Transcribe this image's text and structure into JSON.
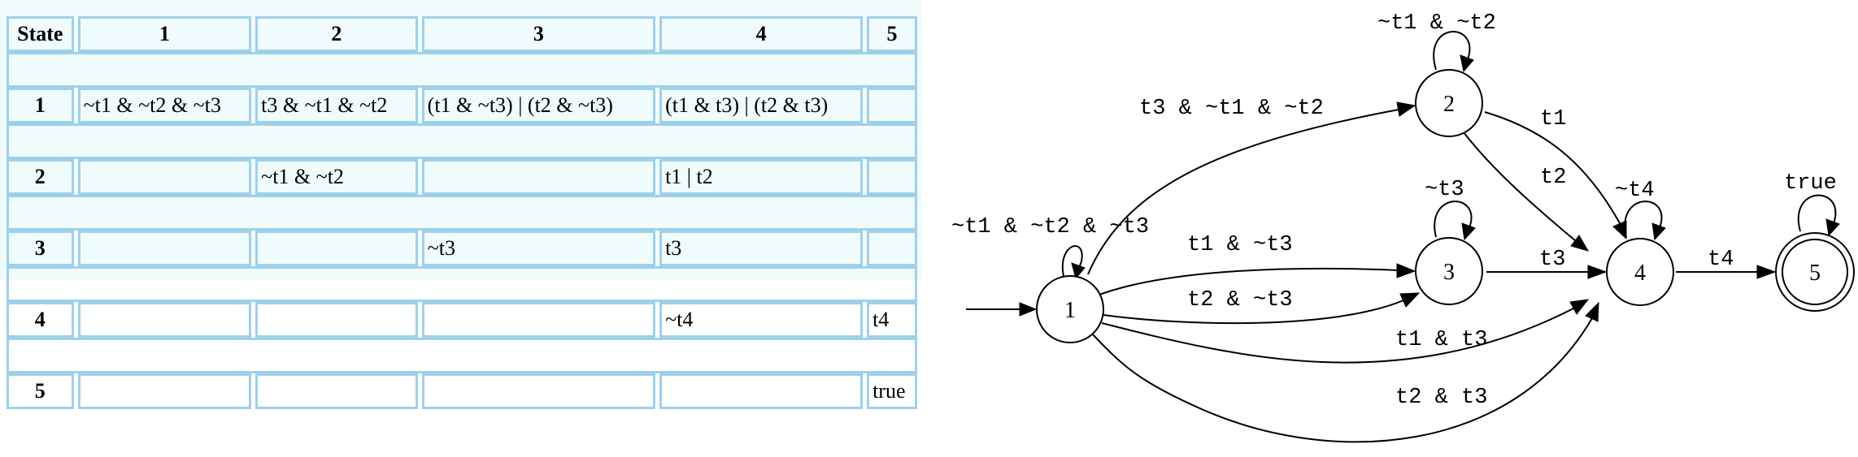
{
  "table": {
    "header": [
      "State",
      "1",
      "2",
      "3",
      "4",
      "5"
    ],
    "rows": [
      {
        "state": "1",
        "cells": [
          "~t1 & ~t2 & ~t3",
          "t3 & ~t1 & ~t2",
          "(t1 & ~t3) | (t2 & ~t3)",
          "(t1 & t3) | (t2 & t3)",
          ""
        ]
      },
      {
        "state": "2",
        "cells": [
          "",
          "~t1 & ~t2",
          "",
          "t1 | t2",
          ""
        ]
      },
      {
        "state": "3",
        "cells": [
          "",
          "",
          "~t3",
          "t3",
          ""
        ]
      },
      {
        "state": "4",
        "cells": [
          "",
          "",
          "",
          "~t4",
          "t4"
        ]
      },
      {
        "state": "5",
        "cells": [
          "",
          "",
          "",
          "",
          "true"
        ]
      }
    ]
  },
  "diagram": {
    "nodes": [
      {
        "id": "1",
        "label": "1",
        "initial": true,
        "accepting": false
      },
      {
        "id": "2",
        "label": "2",
        "initial": false,
        "accepting": false
      },
      {
        "id": "3",
        "label": "3",
        "initial": false,
        "accepting": false
      },
      {
        "id": "4",
        "label": "4",
        "initial": false,
        "accepting": false
      },
      {
        "id": "5",
        "label": "5",
        "initial": false,
        "accepting": true
      }
    ],
    "edges": [
      {
        "from": "1",
        "to": "1",
        "label": "~t1 & ~t2 & ~t3"
      },
      {
        "from": "1",
        "to": "2",
        "label": "t3 & ~t1 & ~t2"
      },
      {
        "from": "1",
        "to": "3",
        "label": "t1 & ~t3"
      },
      {
        "from": "1",
        "to": "3",
        "label": "t2 & ~t3"
      },
      {
        "from": "1",
        "to": "4",
        "label": "t1 & t3"
      },
      {
        "from": "1",
        "to": "4",
        "label": "t2 & t3"
      },
      {
        "from": "2",
        "to": "2",
        "label": "~t1 & ~t2"
      },
      {
        "from": "2",
        "to": "4",
        "label": "t1"
      },
      {
        "from": "2",
        "to": "4",
        "label": "t2"
      },
      {
        "from": "3",
        "to": "3",
        "label": "~t3"
      },
      {
        "from": "3",
        "to": "4",
        "label": "t3"
      },
      {
        "from": "4",
        "to": "4",
        "label": "~t4"
      },
      {
        "from": "4",
        "to": "5",
        "label": "t4"
      },
      {
        "from": "5",
        "to": "5",
        "label": "true"
      }
    ]
  }
}
